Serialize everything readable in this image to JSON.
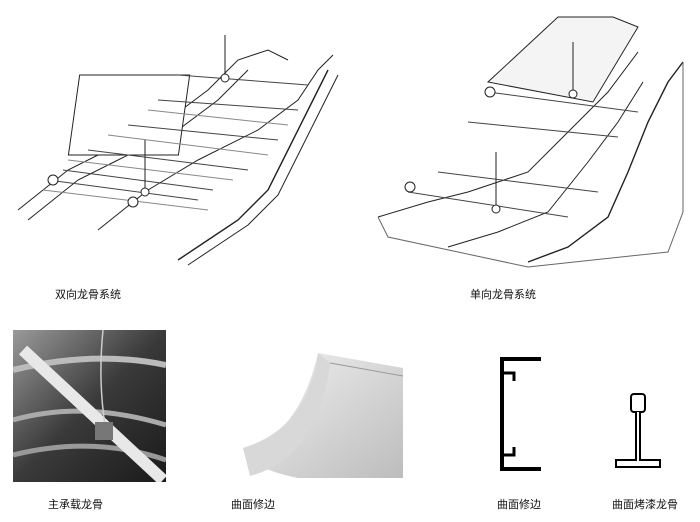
{
  "figures": [
    {
      "caption": "双向龙骨系统",
      "icon": "two-way-keel-system-drawing"
    },
    {
      "caption": "单向龙骨系统",
      "icon": "one-way-keel-system-drawing"
    },
    {
      "caption": "主承载龙骨",
      "icon": "main-keel-photo"
    },
    {
      "caption": "曲面修边",
      "icon": "curved-panel-edge-render"
    },
    {
      "caption": "曲面修边",
      "icon": "edge-profile-section"
    },
    {
      "caption": "曲面烤漆龙骨",
      "icon": "painted-keel-profile-section"
    }
  ]
}
